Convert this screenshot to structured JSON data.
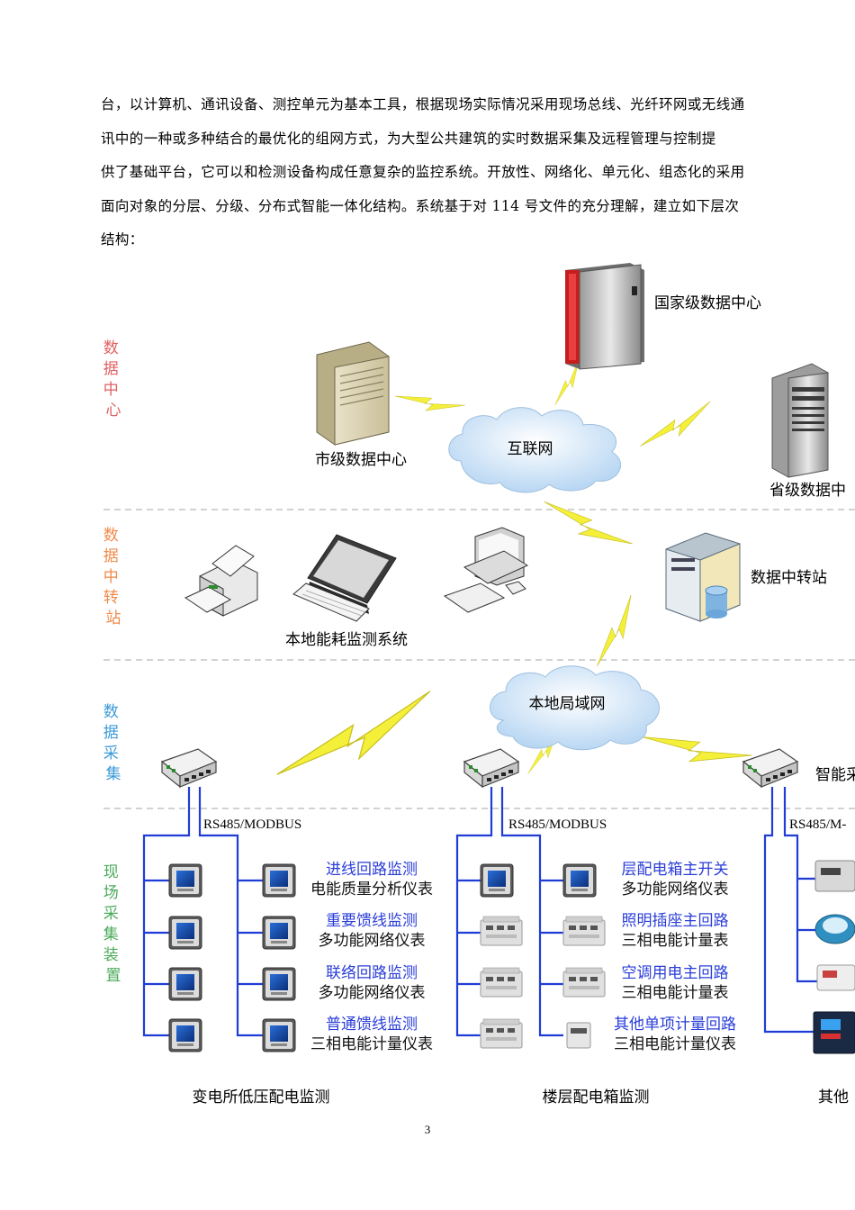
{
  "paragraph": {
    "lines": [
      "台，以计算机、通讯设备、测控单元为基本工具，根据现场实际情况采用现场总线、光纤环网或无线通",
      "讯中的一种或多种结合的最优化的组网方式，为大型公共建筑的实时数据采集及远程管理与控制提",
      "供了基础平台，它可以和检测设备构成任意复杂的监控系统。开放性、网络化、单元化、组态化的采用",
      "面向对象的分层、分级、分布式智能一体化结构。系统基于对 114 号文件的充分理解，建立如下层次",
      "结构："
    ]
  },
  "diagram": {
    "layers": [
      {
        "label": "数据中心",
        "color": "#e06060"
      },
      {
        "label": "数据中转站",
        "color": "#f08a4a"
      },
      {
        "label": "数据采集",
        "color": "#3a9ad8"
      },
      {
        "label": "现场采集装置",
        "color": "#4aaa5a"
      }
    ],
    "nodes": {
      "national_center": "国家级数据中心",
      "city_center": "市级数据中心",
      "provincial_center": "省级数据中",
      "internet": "互联网",
      "relay_station": "数据中转站",
      "local_system": "本地能耗监测系统",
      "lan": "本地局域网",
      "smart_device": "智能采"
    },
    "buses": {
      "bus1": "RS485/MODBUS",
      "bus2": "RS485/MODBUS",
      "bus3": "RS485/M-"
    },
    "group1": {
      "caption": "变电所低压配电监测",
      "items": [
        {
          "title": "进线回路监测",
          "device": "电能质量分析仪表"
        },
        {
          "title": "重要馈线监测",
          "device": "多功能网络仪表"
        },
        {
          "title": "联络回路监测",
          "device": "多功能网络仪表"
        },
        {
          "title": "普通馈线监测",
          "device": "三相电能计量仪表"
        }
      ]
    },
    "group2": {
      "caption": "楼层配电箱监测",
      "items": [
        {
          "title": "层配电箱主开关",
          "device": "多功能网络仪表"
        },
        {
          "title": "照明插座主回路",
          "device": "三相电能计量表"
        },
        {
          "title": "空调用电主回路",
          "device": "三相电能计量表"
        },
        {
          "title": "其他单项计量回路",
          "device": "三相电能计量仪表"
        }
      ]
    },
    "group3": {
      "caption": "其他"
    }
  },
  "page_number": "3"
}
